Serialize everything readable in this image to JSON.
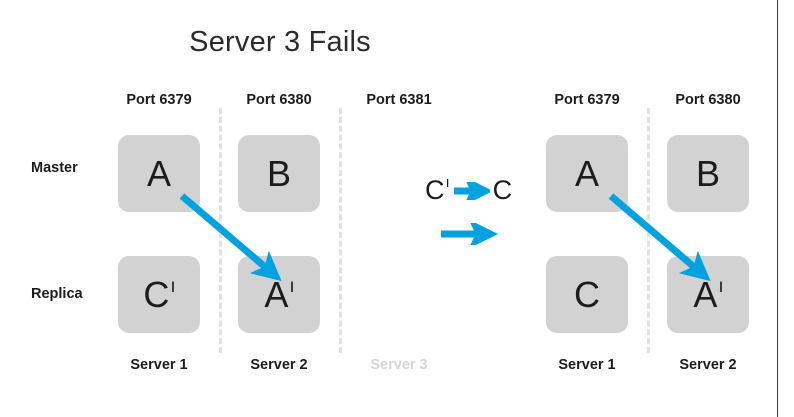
{
  "slide": {
    "title": "Server 3 Fails",
    "background_color": "#ffffff",
    "accent_color": "#00a2e0",
    "node_fill_color": "#d2d2d2",
    "divider_color": "#e2e2e2",
    "dim_text_color": "#d6d6d6"
  },
  "row_labels": {
    "master": "Master",
    "replica": "Replica"
  },
  "left_group": {
    "ports": [
      "Port 6379",
      "Port 6380",
      "Port 6381"
    ],
    "servers": [
      {
        "label": "Server 1",
        "failed": false
      },
      {
        "label": "Server 2",
        "failed": false
      },
      {
        "label": "Server 3",
        "failed": true
      }
    ],
    "master_nodes": [
      {
        "base": "A",
        "prime": ""
      },
      {
        "base": "B",
        "prime": ""
      },
      {
        "base": "",
        "prime": ""
      }
    ],
    "replica_nodes": [
      {
        "base": "C",
        "prime": "ı"
      },
      {
        "base": "A",
        "prime": "ı"
      },
      {
        "base": "",
        "prime": ""
      }
    ]
  },
  "right_group": {
    "ports": [
      "Port 6379",
      "Port 6380"
    ],
    "servers": [
      {
        "label": "Server 1",
        "failed": false
      },
      {
        "label": "Server 2",
        "failed": false
      }
    ],
    "master_nodes": [
      {
        "base": "A",
        "prime": ""
      },
      {
        "base": "B",
        "prime": ""
      }
    ],
    "replica_nodes": [
      {
        "base": "C",
        "prime": ""
      },
      {
        "base": "A",
        "prime": "ı"
      }
    ]
  },
  "legend": {
    "from_base": "C",
    "from_prime": "ı",
    "to_base": "C",
    "to_prime": "",
    "arrow_icon": "right-arrow-icon",
    "plain_arrow_icon": "right-arrow-icon"
  },
  "arrows": {
    "left_promotion": "diagonal-arrow-icon",
    "right_promotion": "diagonal-arrow-icon"
  }
}
